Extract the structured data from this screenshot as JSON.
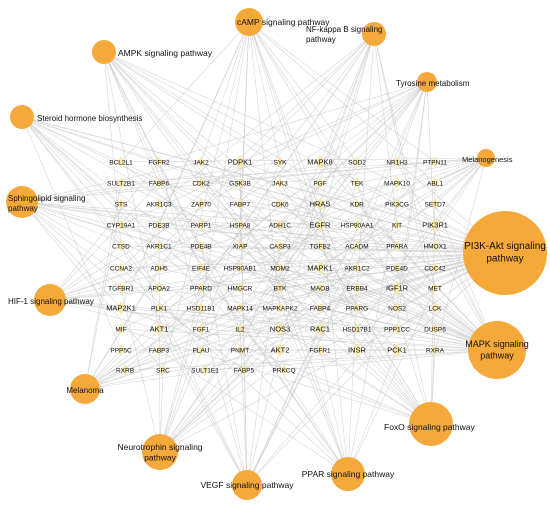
{
  "colors": {
    "pathway_node": "#F5A93B",
    "gene_node": "#FBE7A3",
    "edge": "#C8C8C8",
    "label": "#111111"
  },
  "pathways": [
    {
      "id": "p1",
      "label": "cAMP signaling pathway",
      "lines": [
        "cAMP signaling pathway"
      ]
    },
    {
      "id": "p2",
      "label": "NF-kappa B signaling pathway",
      "lines": [
        "NF-kappa B signaling",
        "pathway"
      ]
    },
    {
      "id": "p3",
      "label": "AMPK signaling pathway",
      "lines": [
        "AMPK signaling pathway"
      ]
    },
    {
      "id": "p4",
      "label": "Tyrosine metabolism",
      "lines": [
        "Tyrosine metabolism"
      ]
    },
    {
      "id": "p5",
      "label": "Steroid hormone biosynthesis",
      "lines": [
        "Steroid hormone biosynthesis"
      ]
    },
    {
      "id": "p6",
      "label": "Melanogenesis",
      "lines": [
        "Melanogenesis"
      ]
    },
    {
      "id": "p7",
      "label": "Sphingolipid signaling pathway",
      "lines": [
        "Sphingolipid signaling",
        "pathway"
      ]
    },
    {
      "id": "p8",
      "label": "PI3K-Akt signaling pathway",
      "lines": [
        "PI3K-Akt signaling",
        "pathway"
      ]
    },
    {
      "id": "p9",
      "label": "HIF-1 signaling pathway",
      "lines": [
        "HIF-1 signaling pathway"
      ]
    },
    {
      "id": "p10",
      "label": "MAPK signaling pathway",
      "lines": [
        "MAPK signaling",
        "pathway"
      ]
    },
    {
      "id": "p11",
      "label": "Melanoma",
      "lines": [
        "Melanoma"
      ]
    },
    {
      "id": "p12",
      "label": "FoxO signaling pathway",
      "lines": [
        "FoxO signaling pathway"
      ]
    },
    {
      "id": "p13",
      "label": "Neurotrophin signaling pathway",
      "lines": [
        "Neurotrophin signaling",
        "pathway"
      ]
    },
    {
      "id": "p14",
      "label": "PPAR signaling pathway",
      "lines": [
        "PPAR signaling pathway"
      ]
    },
    {
      "id": "p15",
      "label": "VEGF signaling pathway",
      "lines": [
        "VEGF signaling pathway"
      ]
    }
  ],
  "gene_rows": [
    [
      "BCL2L1",
      "FGFR2",
      "JAK2",
      "PDPK1",
      "SYK",
      "MAPK8",
      "SOD2",
      "NR1H3",
      "PTPN11"
    ],
    [
      "SULT2B1",
      "FABP6",
      "CDK2",
      "GSK3B",
      "JAK3",
      "PGF",
      "TEK",
      "MAPK10",
      "ABL1"
    ],
    [
      "STS",
      "AKR1C3",
      "ZAP70",
      "FABP7",
      "CDK6",
      "HRAS",
      "KDR",
      "PIK3CG",
      "SETD7"
    ],
    [
      "CYP19A1",
      "PDE3B",
      "PARP1",
      "HSPA8",
      "ADH1C",
      "EGFR",
      "HSP90AA1",
      "KIT",
      "PIK3R1"
    ],
    [
      "CTSD",
      "AKR1C1",
      "PDE4B",
      "XIAP",
      "CASP3",
      "TGFB2",
      "ACADM",
      "PPARA",
      "HMOX1"
    ],
    [
      "CCNA2",
      "ADH5",
      "EIF4E",
      "HSP90AB1",
      "MDM2",
      "MAPK1",
      "AKR1C2",
      "PDE4D",
      "CDC42"
    ],
    [
      "TGFBR1",
      "APOA2",
      "PPARD",
      "HMGCR",
      "BTK",
      "MAOB",
      "ERBB4",
      "IGF1R",
      "MET"
    ],
    [
      "MAP2K1",
      "PLK1",
      "HSD11B1",
      "MAPK14",
      "MAPKAPK2",
      "FABP4",
      "PPARG",
      "NOS2",
      "LCK"
    ],
    [
      "MIF",
      "AKT1",
      "FGF1",
      "IL2",
      "NOS3",
      "RAC1",
      "HSD17B1",
      "PPP1CC",
      "DUSP6"
    ],
    [
      "PPP5C",
      "FABP3",
      "PLAU",
      "PNMT",
      "AKT2",
      "FGFR1",
      "INSR",
      "PCK1",
      "RXRA"
    ],
    [
      "RXRB",
      "SRC",
      "SULT1E1",
      "FABP5",
      "PRKCQ"
    ]
  ]
}
